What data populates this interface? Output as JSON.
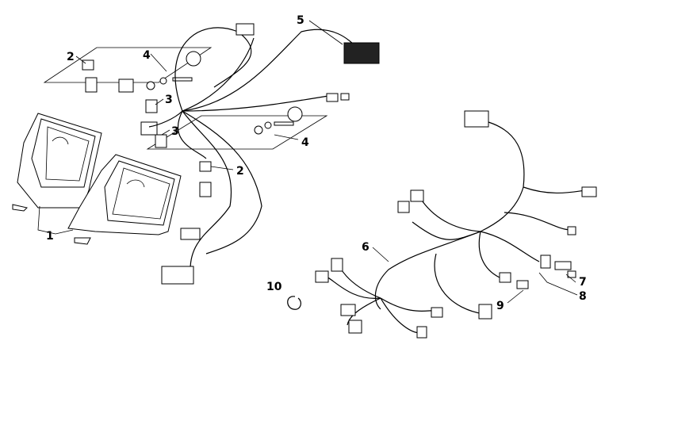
{
  "diagram": {
    "callouts": [
      {
        "id": "1",
        "label": "1"
      },
      {
        "id": "2a",
        "label": "2"
      },
      {
        "id": "2b",
        "label": "2"
      },
      {
        "id": "3a",
        "label": "3"
      },
      {
        "id": "3b",
        "label": "3"
      },
      {
        "id": "4a",
        "label": "4"
      },
      {
        "id": "4b",
        "label": "4"
      },
      {
        "id": "5",
        "label": "5"
      },
      {
        "id": "6",
        "label": "6"
      },
      {
        "id": "7",
        "label": "7"
      },
      {
        "id": "8",
        "label": "8"
      },
      {
        "id": "9",
        "label": "9"
      },
      {
        "id": "10",
        "label": "10"
      }
    ]
  }
}
